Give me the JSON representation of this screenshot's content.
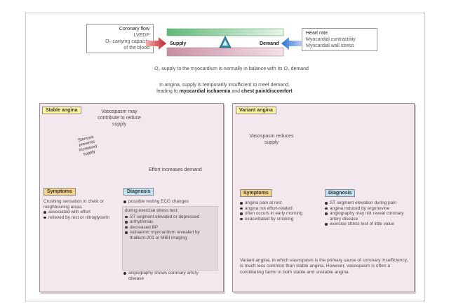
{
  "top": {
    "left_box": [
      "Coronary flow",
      "LVEDP",
      "O₂-carrying capacity",
      "of the blood"
    ],
    "right_box": [
      "Heart rate",
      "Myocardial contractility",
      "Myocardial wall stress"
    ],
    "supply": "Supply",
    "demand": "Demand",
    "balance_note": "O₂ supply to the myocardium is normally in balance with its O₂ demand",
    "angina_line1": "In angina, supply is temporarily insufficient to meet demand,",
    "angina_line2_pre": "leading to ",
    "angina_em1": "myocardial ischaemia",
    "angina_and": " and ",
    "angina_em2": "chest pain/discomfort"
  },
  "stable": {
    "title": "Stable angina",
    "stenosis": "Stenosis prevents increased supply",
    "vasospasm": "Vasospasm may contribute to reduce supply",
    "effort": "Effort increases demand",
    "symptoms_title": "Symptoms",
    "symptoms_intro": "Crushing sensation in chest or neighbouring areas",
    "symptoms": [
      "associated with effort",
      "relieved by rest or nitroglycerin"
    ],
    "diagnosis_title": "Diagnosis",
    "diag_first": "possible resting ECG changes",
    "diag_sub": "during exercise stress test:",
    "diag_items": [
      "ST segment elevated or depressed",
      "arrhythmias",
      "decreased BP",
      "ischaemic myocardium revealed by thallium-201 or MIBI imaging"
    ],
    "diag_last": "angiography shows coronary artery disease"
  },
  "variant": {
    "title": "Variant angina",
    "vasospasm": "Vasospasm reduces supply",
    "symptoms_title": "Symptoms",
    "symptoms": [
      "angina pain at rest",
      "angina not effort-related",
      "often occurs in early morning",
      "exacerbated by smoking"
    ],
    "diagnosis_title": "Diagnosis",
    "diag_items": [
      "ST segment elevation during pain",
      "angina induced by ergonovine",
      "angiography may not reveal coronary artery disease",
      "exercise stress test of little value"
    ],
    "footnote": "Variant angina, in which vasospasm is the primary cause of coronary insufficiency, is much less common than stable angina. However, vasospasm is often a contributing factor in both stable and unstable angina"
  },
  "colors": {
    "green": "#8fcf9c",
    "pink": "#d6a3b6",
    "blue": "#2d6fd1",
    "red": "#c4232a",
    "orange": "#e7835a"
  }
}
